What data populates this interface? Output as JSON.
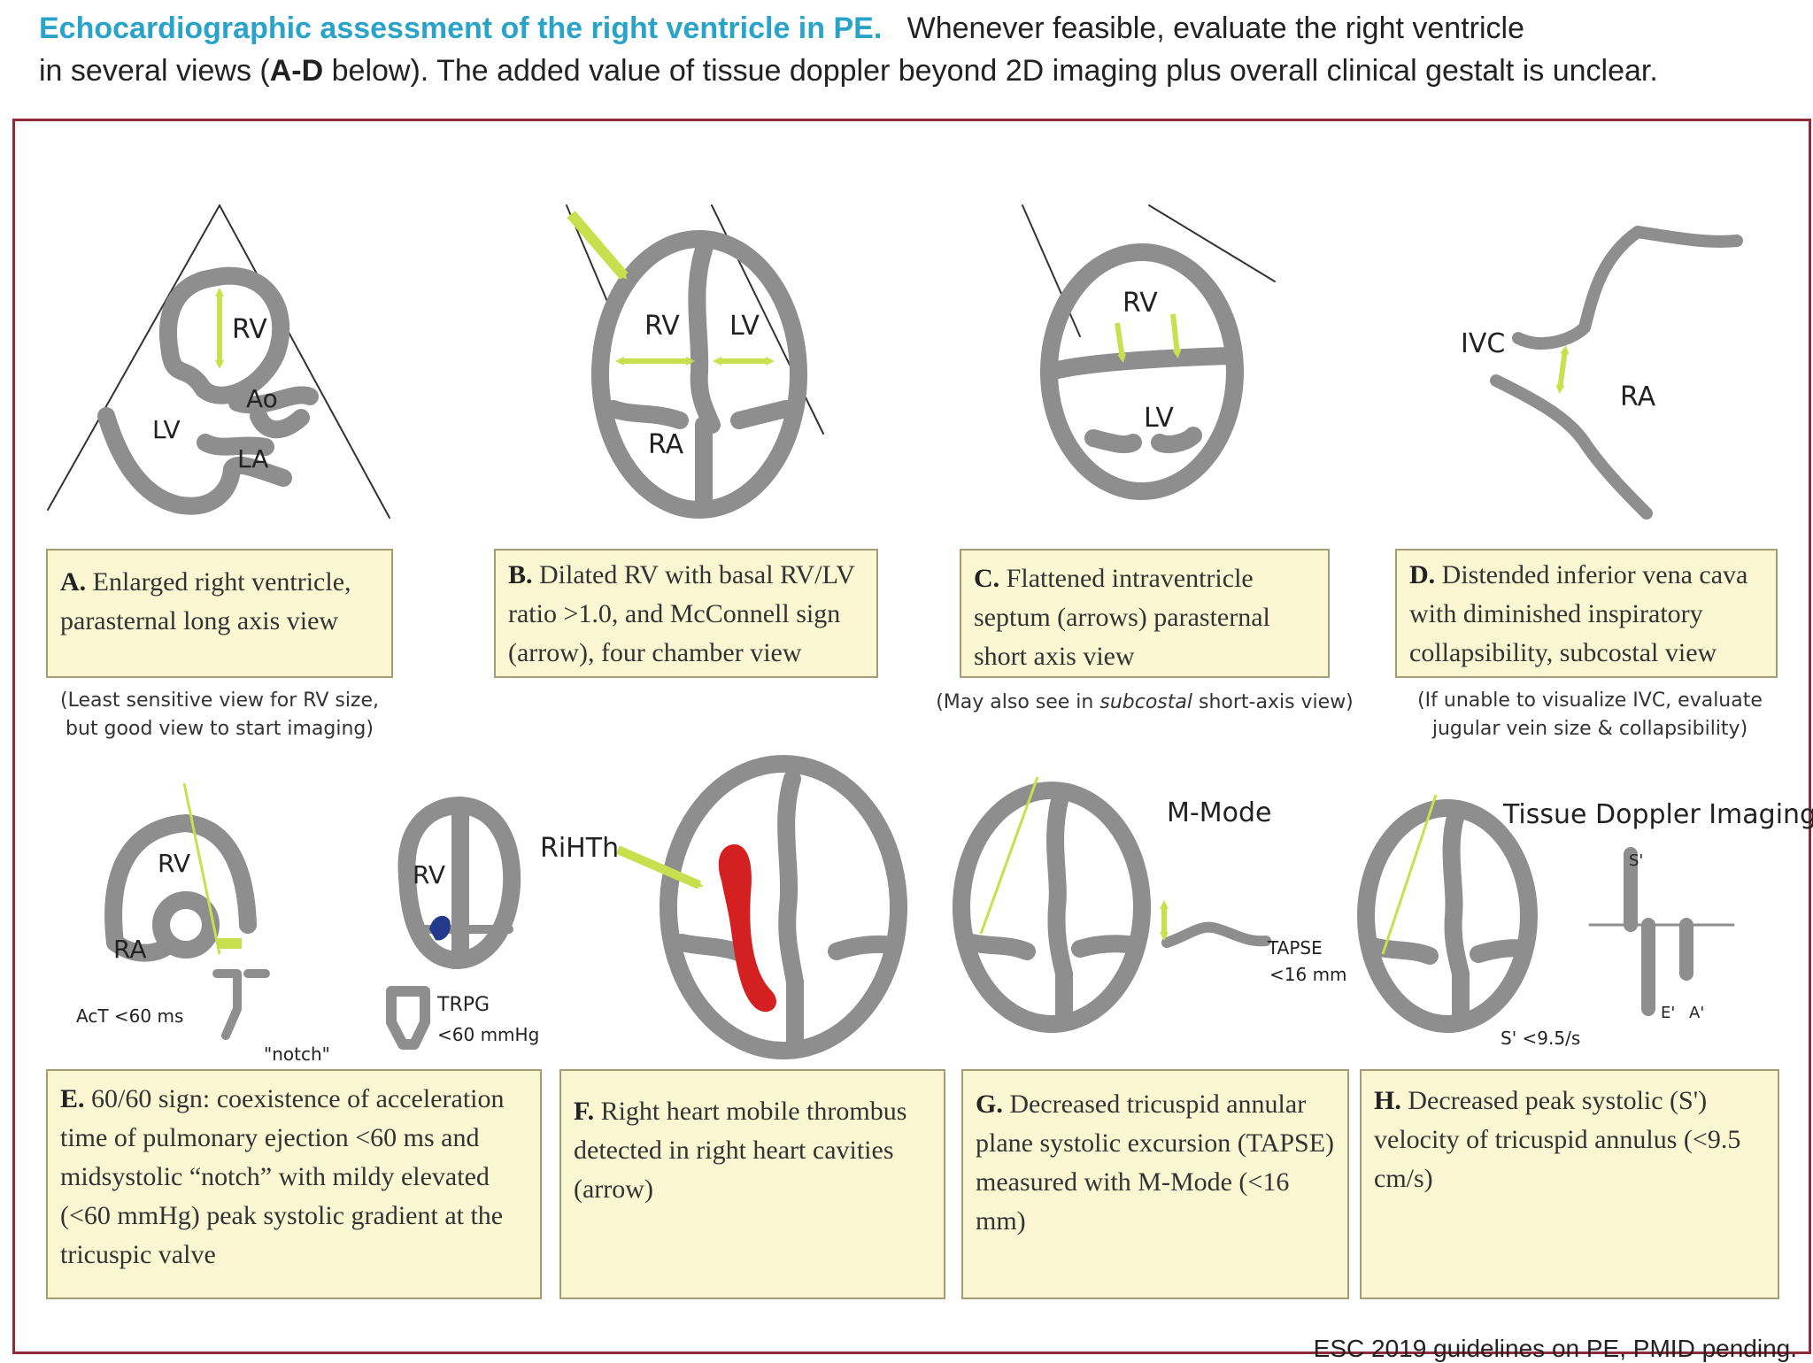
{
  "header": {
    "title": "Echocardiographic assessment of the right ventricle in PE.",
    "line1_rest": "Whenever feasible, evaluate the right ventricle",
    "line2_pre": "in several views (",
    "line2_bold": "A-D",
    "line2_post": " below).  The added value of tissue doppler beyond 2D imaging plus overall clinical gestalt is unclear."
  },
  "panels": {
    "A": {
      "letter": "A.",
      "text": "Enlarged right ventricle, parasternal long axis view",
      "note": "(Least sensitive view for RV size, but good view to start imaging)",
      "labels": {
        "rv": "RV",
        "ao": "Ao",
        "lv": "LV",
        "la": "LA"
      }
    },
    "B": {
      "letter": "B.",
      "text": "Dilated RV with basal RV/LV ratio >1.0, and McConnell sign (arrow), four chamber view",
      "labels": {
        "rv": "RV",
        "lv": "LV",
        "ra": "RA"
      }
    },
    "C": {
      "letter": "C.",
      "text": "Flattened intraventricle septum (arrows) parasternal short axis view",
      "note_pre": "(May also see in ",
      "note_italic": "subcostal",
      "note_post": " short-axis view)",
      "labels": {
        "rv": "RV",
        "lv": "LV"
      }
    },
    "D": {
      "letter": "D.",
      "text": "Distended inferior vena cava with diminished inspiratory collapsibility, subcostal view",
      "note": "(If unable to visualize IVC, evaluate jugular vein size & collapsibility)",
      "labels": {
        "ivc": "IVC",
        "ra": "RA"
      }
    },
    "E": {
      "letter": "E.",
      "text": "60/60 sign: coexistence of acceleration time of pulmonary ejection <60 ms and midsystolic “notch” with mildy elevated (<60 mmHg) peak systolic gradient at the tricuspic valve",
      "labels": {
        "rv": "RV",
        "ra": "RA",
        "act": "AcT <60 ms",
        "notch": "\"notch\"",
        "rv2": "RV",
        "trpg": "TRPG",
        "trpg_val": "<60 mmHg"
      }
    },
    "F": {
      "letter": "F.",
      "text": "Right heart mobile thrombus detected in right heart cavities (arrow)",
      "labels": {
        "rihth": "RiHTh"
      }
    },
    "G": {
      "letter": "G.",
      "text": "Decreased tricuspid annular plane systolic excursion (TAPSE) measured with M-Mode (<16 mm)",
      "labels": {
        "mmode": "M-Mode",
        "tapse": "TAPSE",
        "tapse_val": "<16 mm"
      }
    },
    "H": {
      "letter": "H.",
      "text": "Decreased peak systolic (S') velocity of tricuspid annulus (<9.5 cm/s)",
      "labels": {
        "tdi": "Tissue Doppler Imaging",
        "s": "S'",
        "e": "E'",
        "a": "A'",
        "sval": "S' <9.5/s"
      }
    }
  },
  "footer": "ESC 2019 guidelines on PE, PMID pending.",
  "colors": {
    "wall": "#8e8e8e",
    "arrow": "#c8e04e",
    "thrombus": "#d42020",
    "frame": "#8c2b3a",
    "caption_bg": "#fbf7d2",
    "title": "#2aa3c9"
  }
}
